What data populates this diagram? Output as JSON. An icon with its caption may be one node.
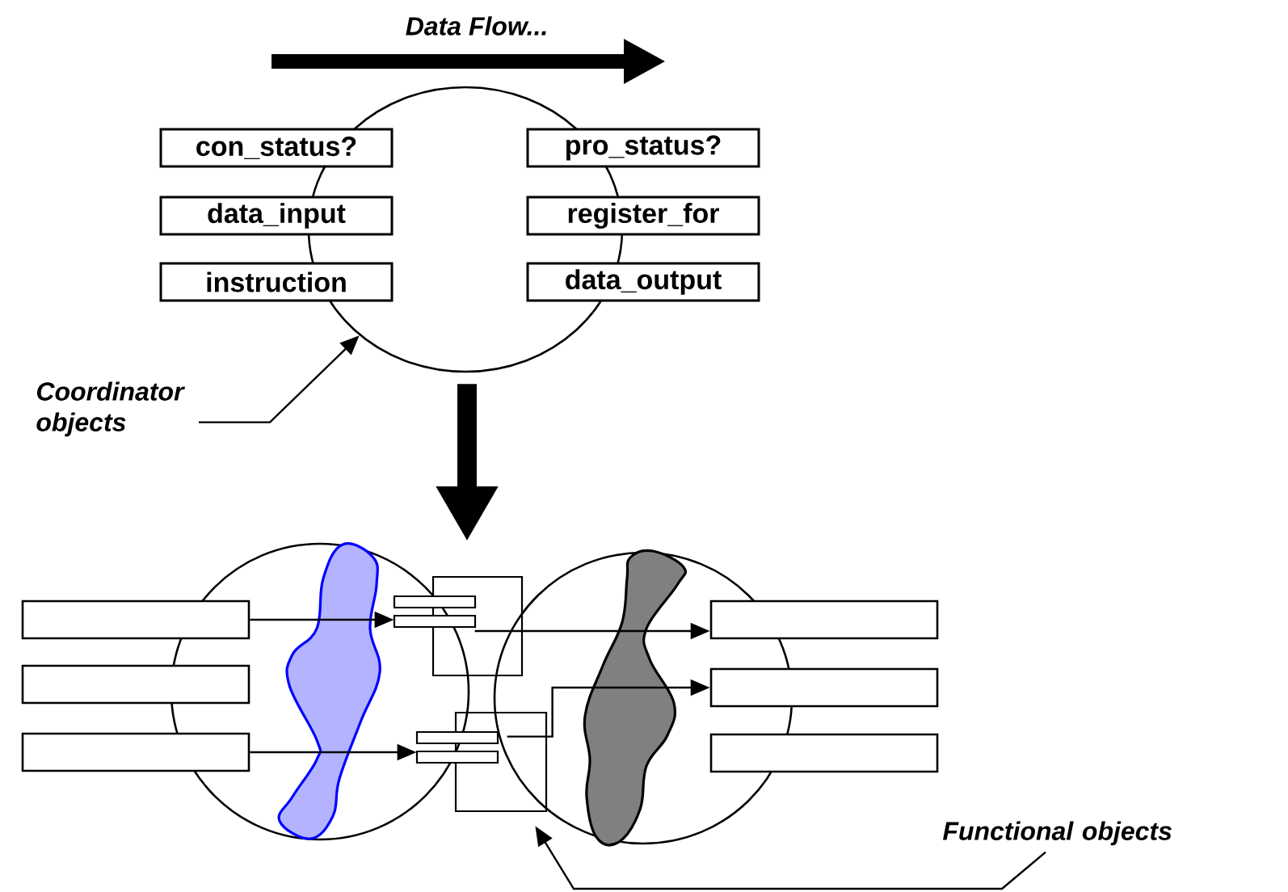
{
  "diagram": {
    "nodes": [
      {
        "text": [],
        "shape": "circle"
      },
      {
        "text": [
          "con_status?"
        ]
      },
      {
        "text": [
          "data_input"
        ]
      },
      {
        "text": [
          "instruction"
        ]
      },
      {
        "text": [
          "pro_status?"
        ]
      },
      {
        "text": [
          "register_for"
        ]
      },
      {
        "text": [
          "data_output"
        ]
      },
      {
        "text": [
          "Coordinator objects"
        ]
      },
      {
        "text": [],
        "shape": "box"
      },
      {
        "text": [],
        "shape": "box"
      },
      {
        "text": [],
        "shape": "box"
      },
      {
        "text": [],
        "shape": "component"
      },
      {
        "text": [],
        "shape": "component"
      },
      {
        "text": [],
        "shape": "box"
      },
      {
        "text": [],
        "shape": "box"
      },
      {
        "text": [],
        "shape": "box"
      },
      {
        "text": [
          "Functional objects"
        ]
      }
    ],
    "edges": [
      {
        "from": 7,
        "to": 0,
        "arrow": "to"
      },
      {
        "from": 0,
        "to": null,
        "arrow": "to",
        "style": "thick"
      },
      {
        "from": 8,
        "to": 11,
        "arrow": "to"
      },
      {
        "from": 11,
        "to": 13,
        "arrow": "to"
      },
      {
        "from": 10,
        "to": 12,
        "arrow": "to"
      },
      {
        "from": 12,
        "to": 14,
        "arrow": "to"
      },
      {
        "from": 16,
        "to": 12,
        "arrow": "to"
      }
    ],
    "labels": [
      "Data Flow..."
    ]
  }
}
